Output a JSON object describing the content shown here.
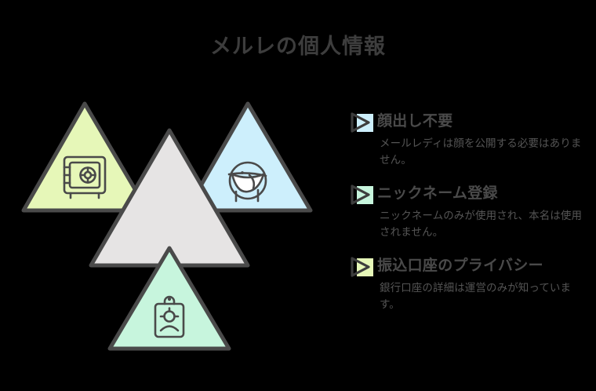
{
  "page": {
    "background_color": "#000000",
    "title": "メルレの個人情報",
    "title_color": "#3d3d3d"
  },
  "palette": {
    "yellow_green": "#e6f7b8",
    "light_blue": "#cdeffc",
    "mint_green": "#c7f5dd",
    "light_gray": "#e6e4e4",
    "outline": "#4a4a4a",
    "icon_stroke": "#4a4a4a",
    "heading_text": "#4a4a4a",
    "body_text": "#545454"
  },
  "illustration": {
    "triangles": [
      {
        "id": "triangle-safe",
        "position": "top-left",
        "fill": "#e6f7b8",
        "icon": "safe-vault-icon",
        "icon_label": "金庫"
      },
      {
        "id": "triangle-mask",
        "position": "top-right",
        "fill": "#cdeffc",
        "icon": "masked-face-icon",
        "icon_label": "マスク顔"
      },
      {
        "id": "triangle-center",
        "position": "center",
        "fill": "#e6e4e4",
        "icon": "none",
        "icon_label": ""
      },
      {
        "id": "triangle-id-badge",
        "position": "bottom-center",
        "fill": "#c7f5dd",
        "icon": "id-badge-icon",
        "icon_label": "IDバッジ"
      }
    ]
  },
  "features": [
    {
      "id": "feature-no-face",
      "icon": "play-arrow-icon",
      "badge_color": "#cdeffc",
      "title": "顔出し不要",
      "description": "メールレディは顔を公開する必要はありません。"
    },
    {
      "id": "feature-nickname",
      "icon": "play-arrow-icon",
      "badge_color": "#c7f5dd",
      "title": "ニックネーム登録",
      "description": "ニックネームのみが使用され、本名は使用されません。"
    },
    {
      "id": "feature-bank-privacy",
      "icon": "play-arrow-icon",
      "badge_color": "#e6f7b8",
      "title": "振込口座のプライバシー",
      "description": "銀行口座の詳細は運営のみが知っています。"
    }
  ]
}
